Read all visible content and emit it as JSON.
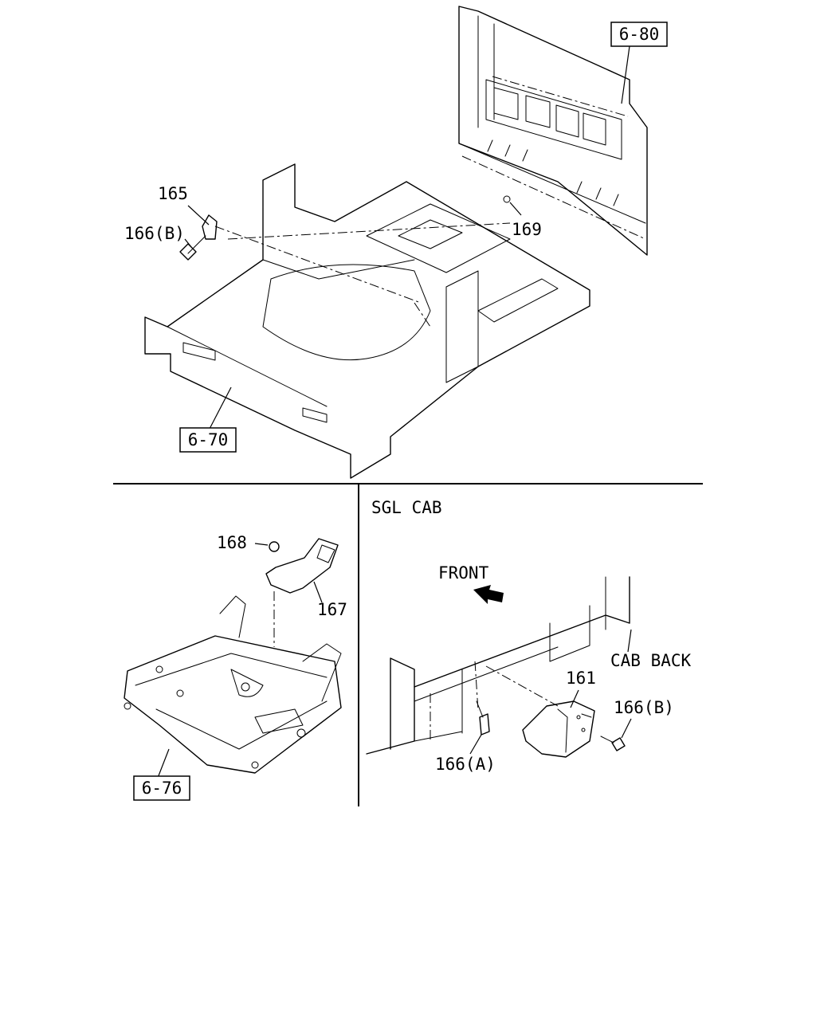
{
  "top_section": {
    "refs": {
      "r680": "6-80",
      "r670": "6-70"
    },
    "callouts": {
      "c165": "165",
      "c166b": "166(B)",
      "c169": "169"
    }
  },
  "lower_left": {
    "refs": {
      "r676": "6-76"
    },
    "callouts": {
      "c168": "168",
      "c167": "167"
    }
  },
  "lower_right": {
    "title": "SGL CAB",
    "front_label": "FRONT",
    "cab_back_label": "CAB BACK",
    "callouts": {
      "c161": "161",
      "c166b": "166(B)",
      "c166a": "166(A)"
    }
  }
}
